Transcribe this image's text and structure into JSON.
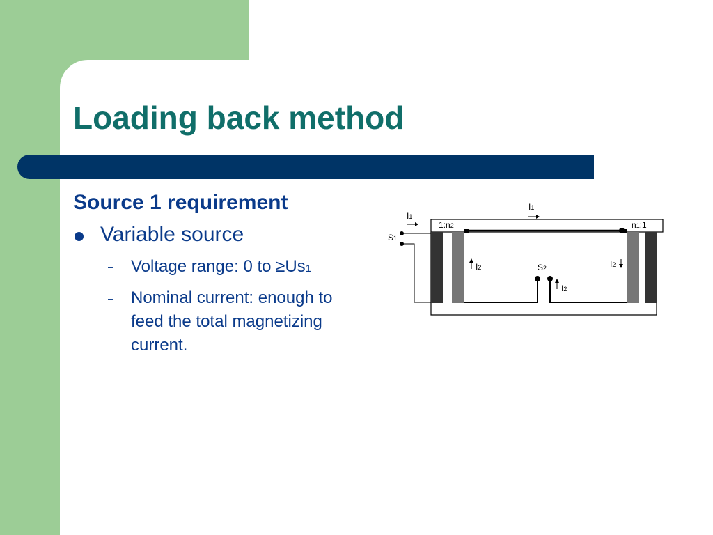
{
  "slide": {
    "title": "Loading back method",
    "heading": "Source 1 requirement",
    "bullet": "Variable source",
    "subbullets": [
      {
        "prefix": "Voltage range: 0 to ",
        "symbol": "≥",
        "main": "Us",
        "subscript": "1"
      },
      {
        "text": "Nominal current: enough to feed the total magnetizing current."
      }
    ]
  },
  "diagram": {
    "labels": {
      "i1_left": "I",
      "i1_left_sub": "1",
      "s1": "S",
      "s1_sub": "1",
      "i1_top": "I",
      "i1_top_sub": "1",
      "ratio_left": "1:n",
      "ratio_left_sub": "2",
      "ratio_right_a": "n",
      "ratio_right_sub": "1",
      "ratio_right_b": ":1",
      "i2_left": "I",
      "i2_left_sub": "2",
      "s2": "S",
      "s2_sub": "2",
      "i2_right": "I",
      "i2_right_sub": "2",
      "i2_bottom": "I",
      "i2_bottom_sub": "2"
    }
  },
  "colors": {
    "title": "#106e69",
    "text": "#0a3a8a",
    "title_bar": "#003466",
    "green": "#9ccd96"
  }
}
